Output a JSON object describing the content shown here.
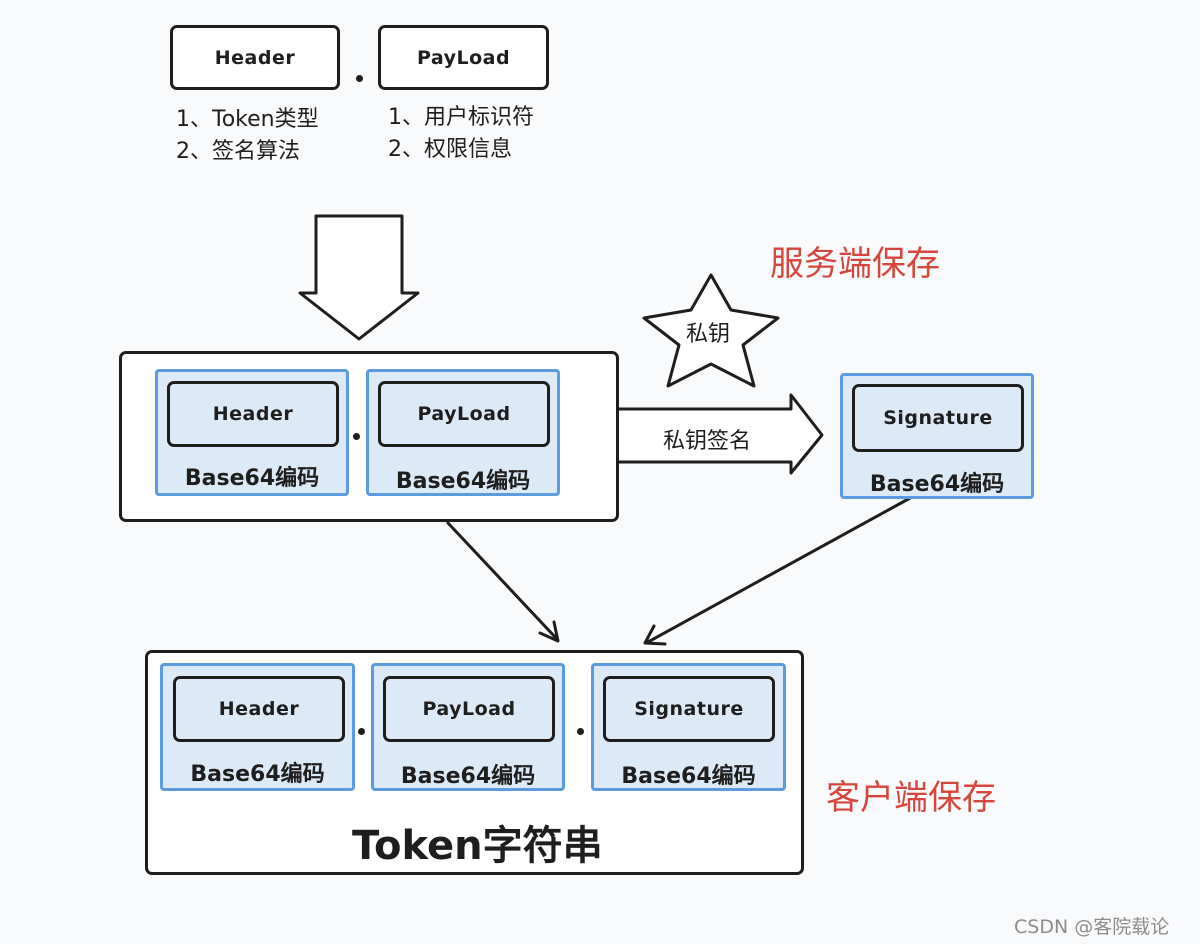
{
  "top": {
    "header": "Header",
    "payload": "PayLoad",
    "header_notes": [
      "1、Token类型",
      "2、签名算法"
    ],
    "payload_notes": [
      "1、用户标识符",
      "2、权限信息"
    ]
  },
  "middle": {
    "header": "Header",
    "payload": "PayLoad",
    "header_encoding": "Base64编码",
    "payload_encoding": "Base64编码"
  },
  "signing": {
    "star_label": "私钥",
    "arrow_label": "私钥签名",
    "server_label": "服务端保存"
  },
  "signature": {
    "title": "Signature",
    "encoding": "Base64编码"
  },
  "token": {
    "parts": [
      {
        "title": "Header",
        "encoding": "Base64编码"
      },
      {
        "title": "PayLoad",
        "encoding": "Base64编码"
      },
      {
        "title": "Signature",
        "encoding": "Base64编码"
      }
    ],
    "title": "Token字符串",
    "client_label": "客户端保存"
  },
  "watermark": "CSDN @客院载论"
}
